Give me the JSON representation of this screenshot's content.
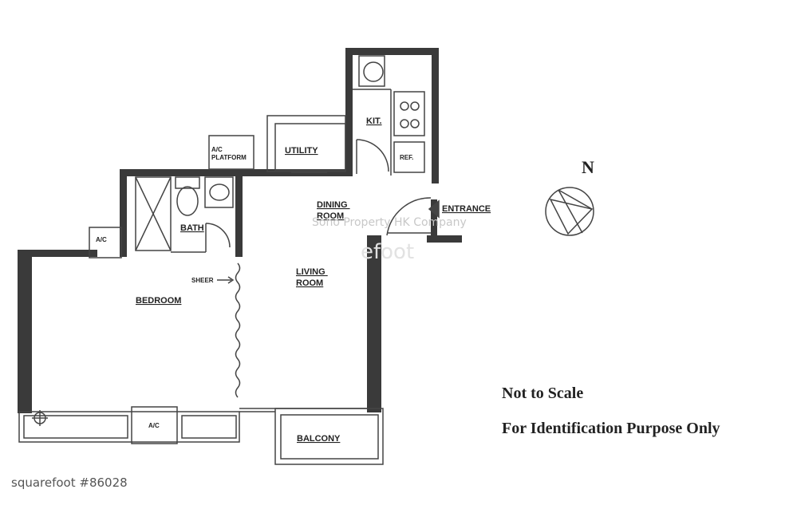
{
  "rooms": {
    "kitchen": "KIT.",
    "utility": "UTILITY",
    "ac_platform": "A/C\nPLATFORM",
    "refrigerator": "REF.",
    "bath": "BATH",
    "dining_room": "DINING\nROOM",
    "entrance": "ENTRANCE",
    "living_room": "LIVING\nROOM",
    "bedroom": "BEDROOM",
    "sheer": "SHEER",
    "ac_left": "A/C",
    "ac_bottom": "A/C",
    "balcony": "BALCONY"
  },
  "compass": {
    "label": "N"
  },
  "notes": {
    "not_to_scale": "Not to Scale",
    "identification": "For Identification Purpose Only"
  },
  "watermark": {
    "company": "Soho Property HK Company",
    "brand_fragment": "efoot"
  },
  "reference_id": "squarefoot #86028",
  "colors": {
    "wall": "#3a3a3a",
    "line": "#444444",
    "watermark": "#c8c8c8"
  }
}
